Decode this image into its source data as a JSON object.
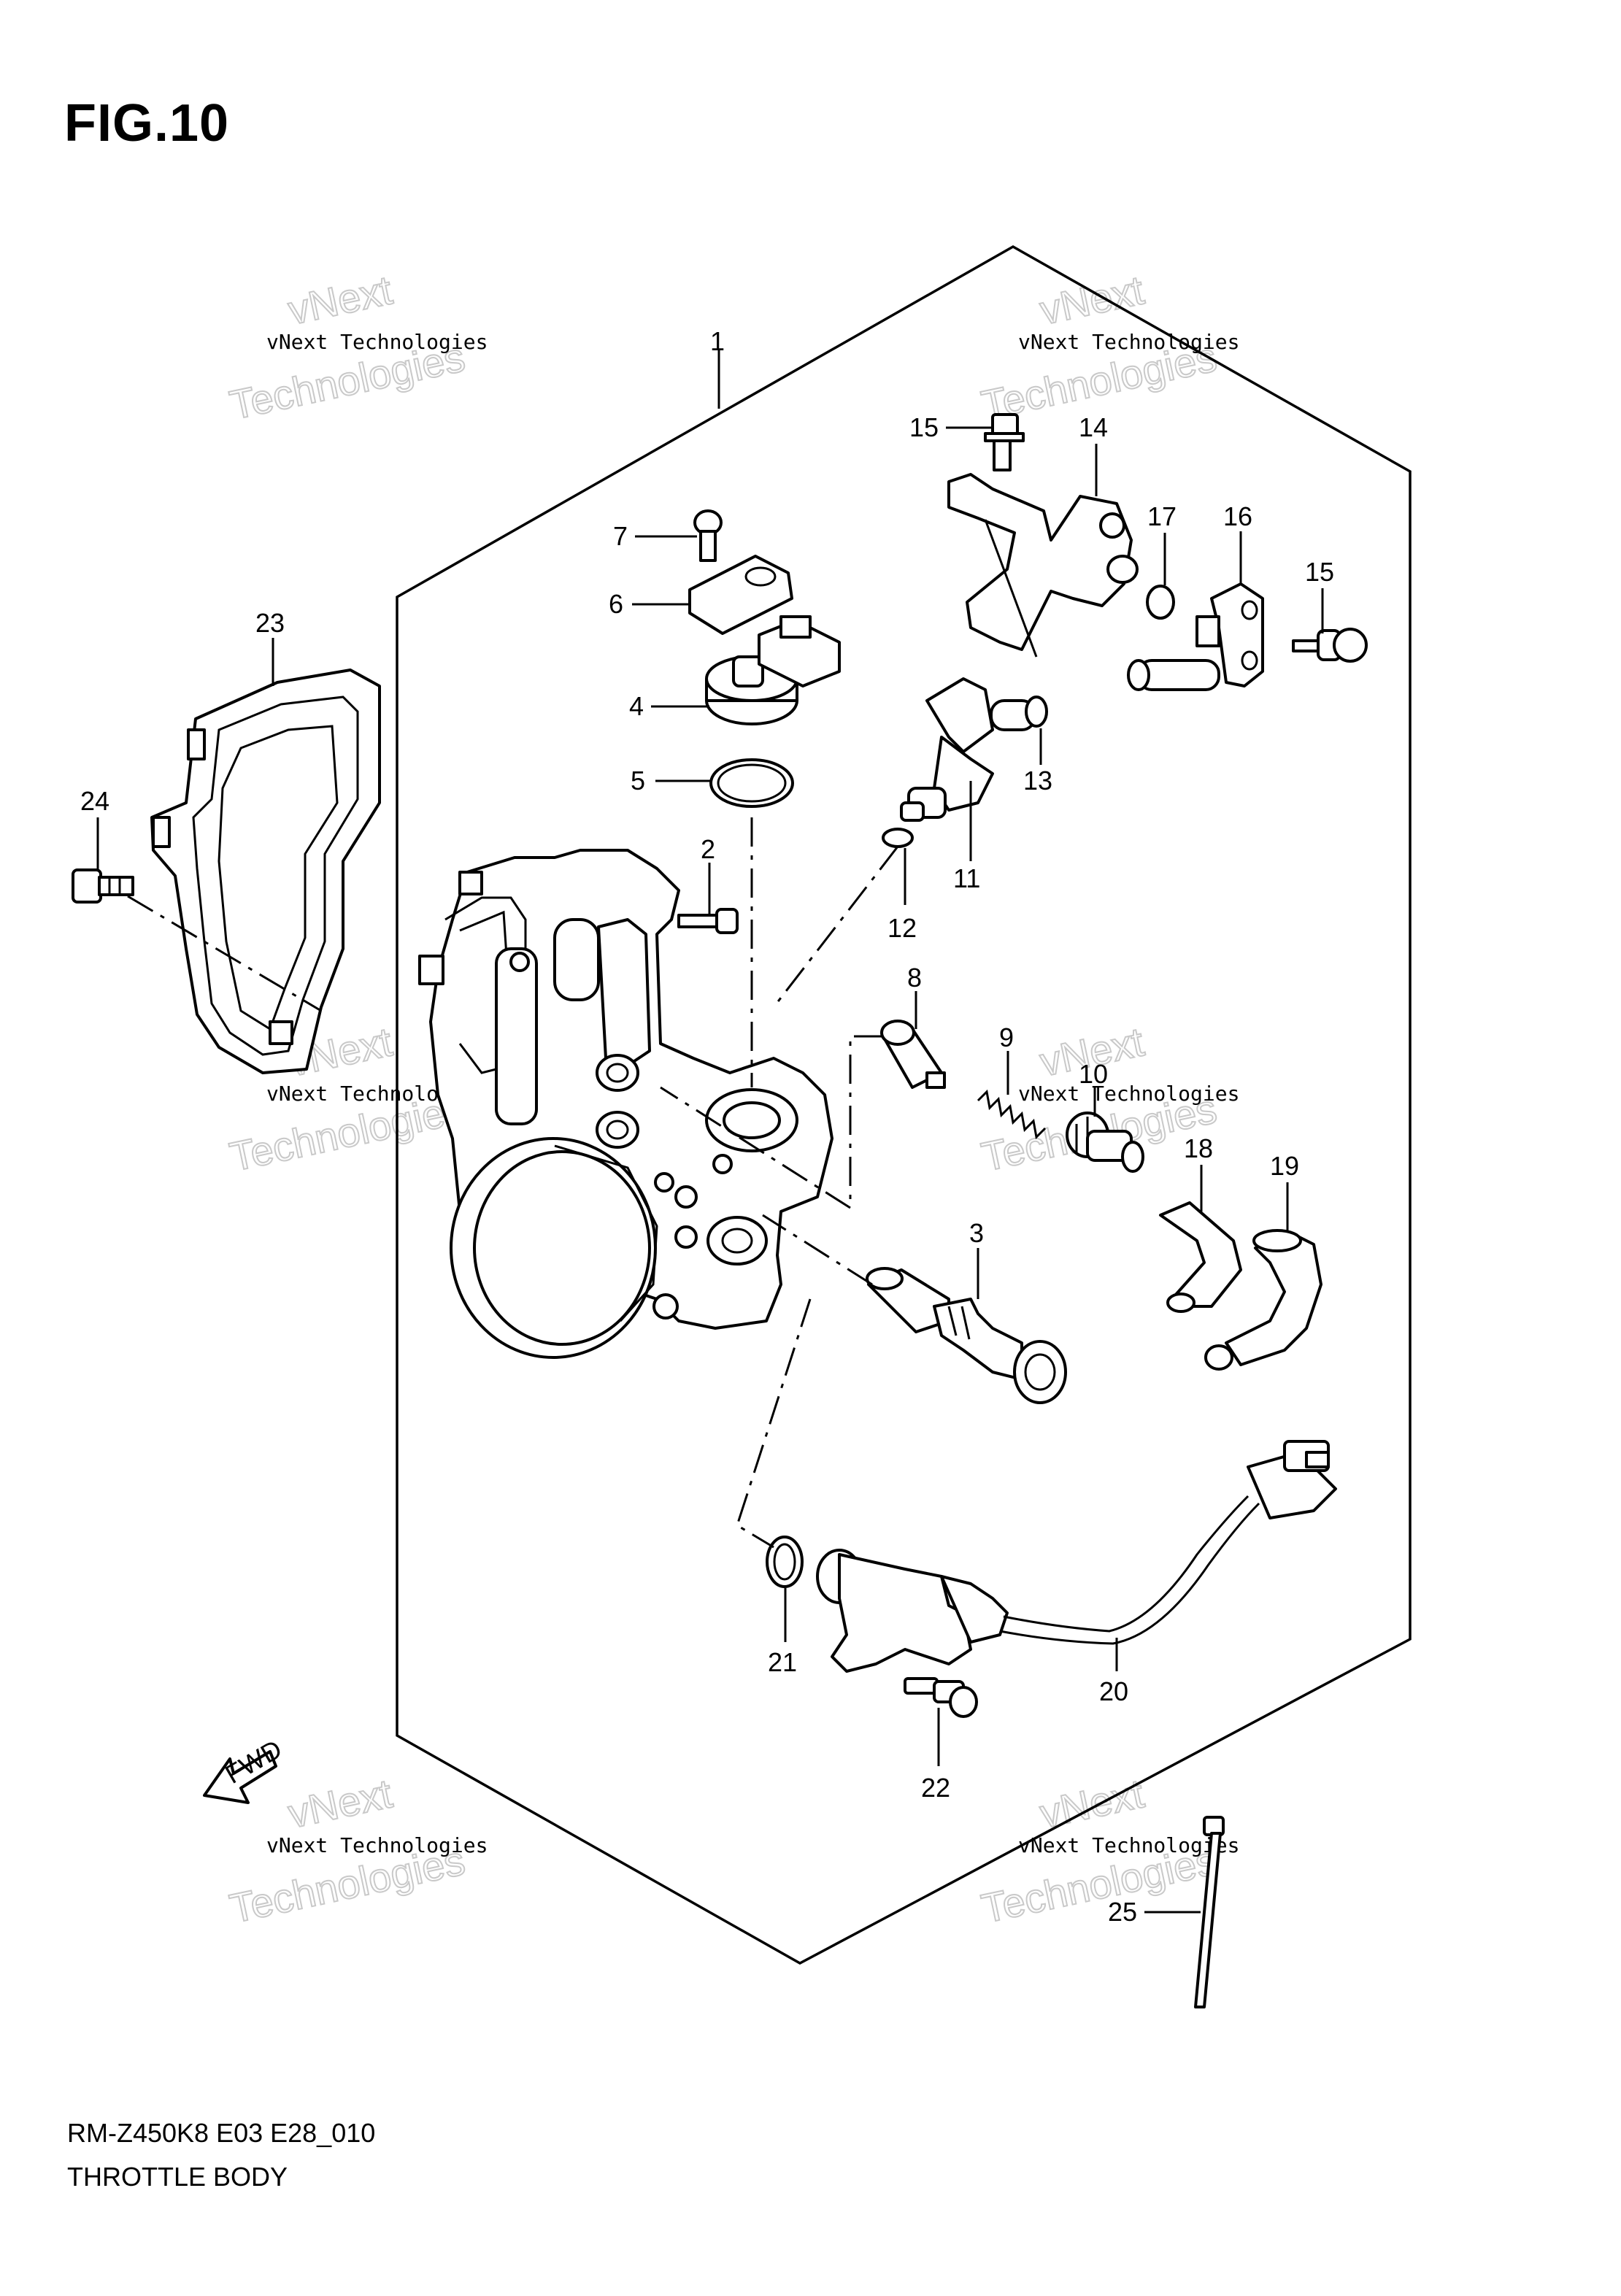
{
  "figure": {
    "title": "FIG.10"
  },
  "footer": {
    "model_code": "RM-Z450K8 E03 E28_010",
    "section_title": "THROTTLE BODY"
  },
  "fwd_arrow": {
    "label": "FWD"
  },
  "watermark": {
    "small": "vNext Technologies",
    "large_top": "vNext",
    "large_bottom": "Technologies"
  },
  "callouts": [
    {
      "number": "1"
    },
    {
      "number": "2"
    },
    {
      "number": "3"
    },
    {
      "number": "4"
    },
    {
      "number": "5"
    },
    {
      "number": "6"
    },
    {
      "number": "7"
    },
    {
      "number": "8"
    },
    {
      "number": "9"
    },
    {
      "number": "10"
    },
    {
      "number": "11"
    },
    {
      "number": "12"
    },
    {
      "number": "13"
    },
    {
      "number": "14"
    },
    {
      "number": "15"
    },
    {
      "number": "15"
    },
    {
      "number": "16"
    },
    {
      "number": "17"
    },
    {
      "number": "18"
    },
    {
      "number": "19"
    },
    {
      "number": "20"
    },
    {
      "number": "21"
    },
    {
      "number": "22"
    },
    {
      "number": "23"
    },
    {
      "number": "24"
    },
    {
      "number": "25"
    }
  ]
}
